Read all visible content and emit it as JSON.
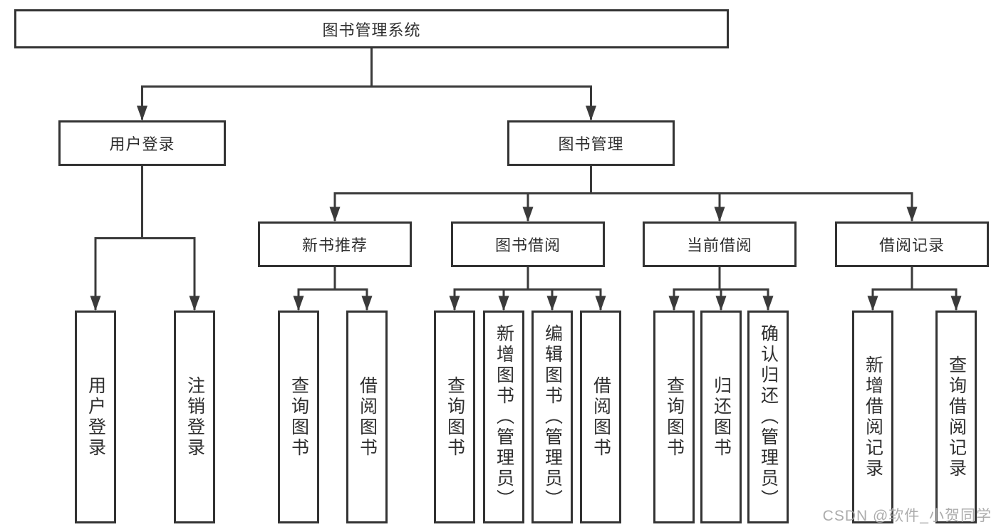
{
  "style": {
    "line_color": "#3a3a3a",
    "border_color": "#333333",
    "text_color": "#2f2f2f",
    "watermark_color": "#a5a5a5",
    "background": "#ffffff"
  },
  "watermark": "CSDN @软件_小贺同学",
  "tree": {
    "root": {
      "label": "图书管理系统"
    },
    "branches": [
      {
        "label": "用户登录",
        "children": [
          {
            "label": "用户登录"
          },
          {
            "label": "注销登录"
          }
        ]
      },
      {
        "label": "图书管理",
        "children": [
          {
            "label": "新书推荐",
            "children": [
              {
                "label": "查询图书"
              },
              {
                "label": "借阅图书"
              }
            ]
          },
          {
            "label": "图书借阅",
            "children": [
              {
                "label": "查询图书"
              },
              {
                "label": "新增图书（管理员）"
              },
              {
                "label": "编辑图书（管理员）"
              },
              {
                "label": "借阅图书"
              }
            ]
          },
          {
            "label": "当前借阅",
            "children": [
              {
                "label": "查询图书"
              },
              {
                "label": "归还图书"
              },
              {
                "label": "确认归还（管理员）"
              }
            ]
          },
          {
            "label": "借阅记录",
            "children": [
              {
                "label": "新增借阅记录"
              },
              {
                "label": "查询借阅记录"
              }
            ]
          }
        ]
      }
    ]
  }
}
